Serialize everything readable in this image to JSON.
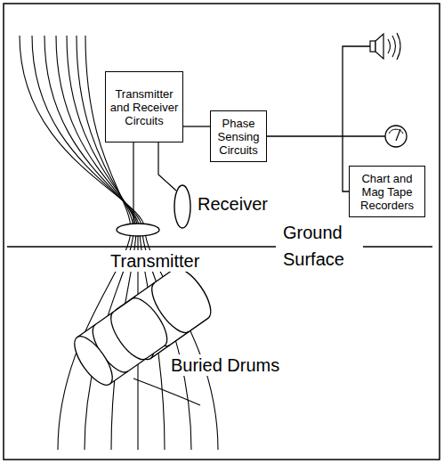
{
  "diagram": {
    "nodes": [
      {
        "text": [
          "Transmitter and Receiver Circuits"
        ]
      },
      {
        "text": [
          "Phase Sensing Circuits"
        ]
      },
      {
        "text": [
          "Chart and Mag Tape Recorders"
        ]
      }
    ],
    "edges": [
      {
        "from": 0,
        "to": 1,
        "arrow": "none"
      },
      {
        "from": 1,
        "to": 2,
        "arrow": "none"
      }
    ],
    "labels": [
      "Receiver",
      "Ground Surface",
      "Transmitter",
      "Buried Drums"
    ]
  }
}
